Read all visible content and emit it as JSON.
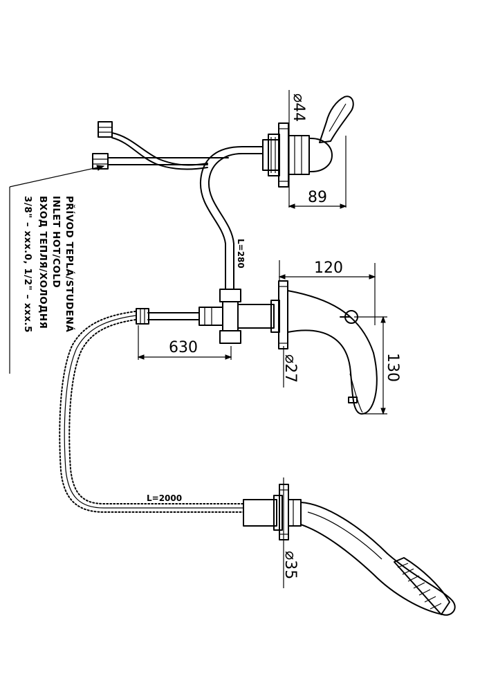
{
  "dimensions": {
    "mixer_diameter": "⌀44",
    "mixer_depth": "89",
    "spout_length": "120",
    "spout_height": "130",
    "spout_diameter": "⌀27",
    "connector_length": "630",
    "shower_diameter": "⌀35"
  },
  "hoses": {
    "inlet_hose_length": "L=280",
    "shower_hose_length": "L=2000"
  },
  "inlet_note": {
    "line1": "PŘÍVOD TEPLÁ/STUDENÁ",
    "line2": "INLET HOT/COLD",
    "line3": "ВХОД ТЕПЛЯ/ХОЛОДНЯ",
    "line4": "3/8\" – xxx.0, 1/2\" – xxx.5"
  }
}
